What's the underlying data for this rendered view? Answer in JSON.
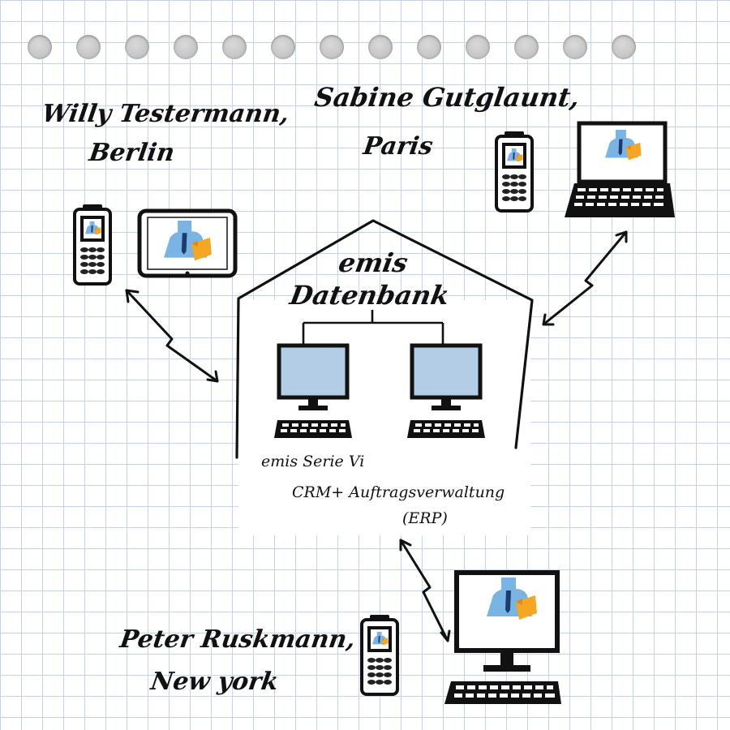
{
  "people": [
    {
      "name": "Willy Testermann,",
      "city": "Berlin"
    },
    {
      "name": "Sabine Gutglaunt,",
      "city": "Paris"
    },
    {
      "name": "Peter Ruskmann,",
      "city": "New york"
    }
  ],
  "database": {
    "line1": "emis",
    "line2": "Datenbank"
  },
  "software": {
    "line1": "emis Serie Vi",
    "line2": "CRM+ Auftragsverwaltung",
    "line3": "(ERP)"
  },
  "colors": {
    "ink": "#111111",
    "screen": "#b4cde6",
    "person": "#7ab4e4",
    "folder": "#f5a623",
    "grid": "#c5d3ea"
  }
}
